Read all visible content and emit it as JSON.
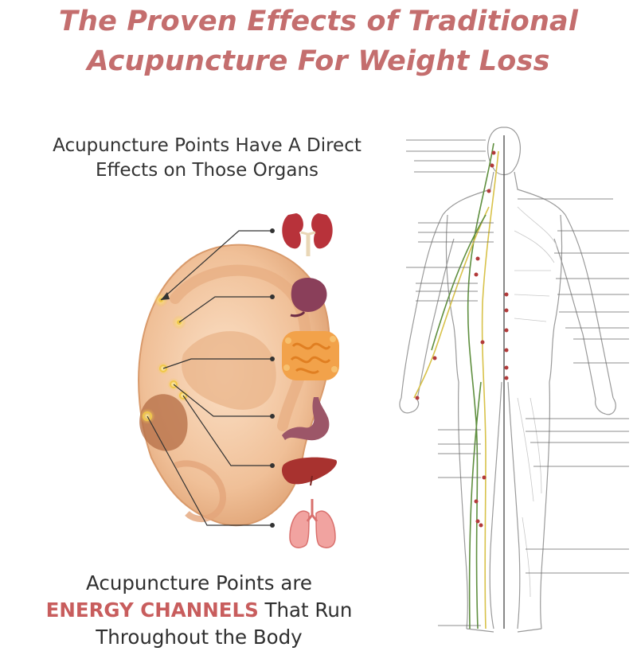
{
  "title": {
    "line1": "The Proven Effects of Traditional",
    "line2": "Acupuncture For Weight Loss"
  },
  "subheading": {
    "line1": "Acupuncture Points Have A Direct",
    "line2": "Effects on Those Organs"
  },
  "footer": {
    "line1": "Acupuncture Points are",
    "line2_accent": "ENERGY CHANNELS",
    "line2_rest": " That Run",
    "line3": "Throughout the Body"
  },
  "organs": [
    {
      "name": "kidneys-icon"
    },
    {
      "name": "spleen-icon"
    },
    {
      "name": "intestines-icon"
    },
    {
      "name": "stomach-icon"
    },
    {
      "name": "liver-icon"
    },
    {
      "name": "lungs-icon"
    }
  ],
  "colors": {
    "title": "#c46e6e",
    "accent": "#c85d5d",
    "ear_skin": "#f3c9a3",
    "acupoint": "#f0c84a",
    "meridian_green": "#5f8f3f",
    "meridian_yellow": "#d8c24a"
  }
}
